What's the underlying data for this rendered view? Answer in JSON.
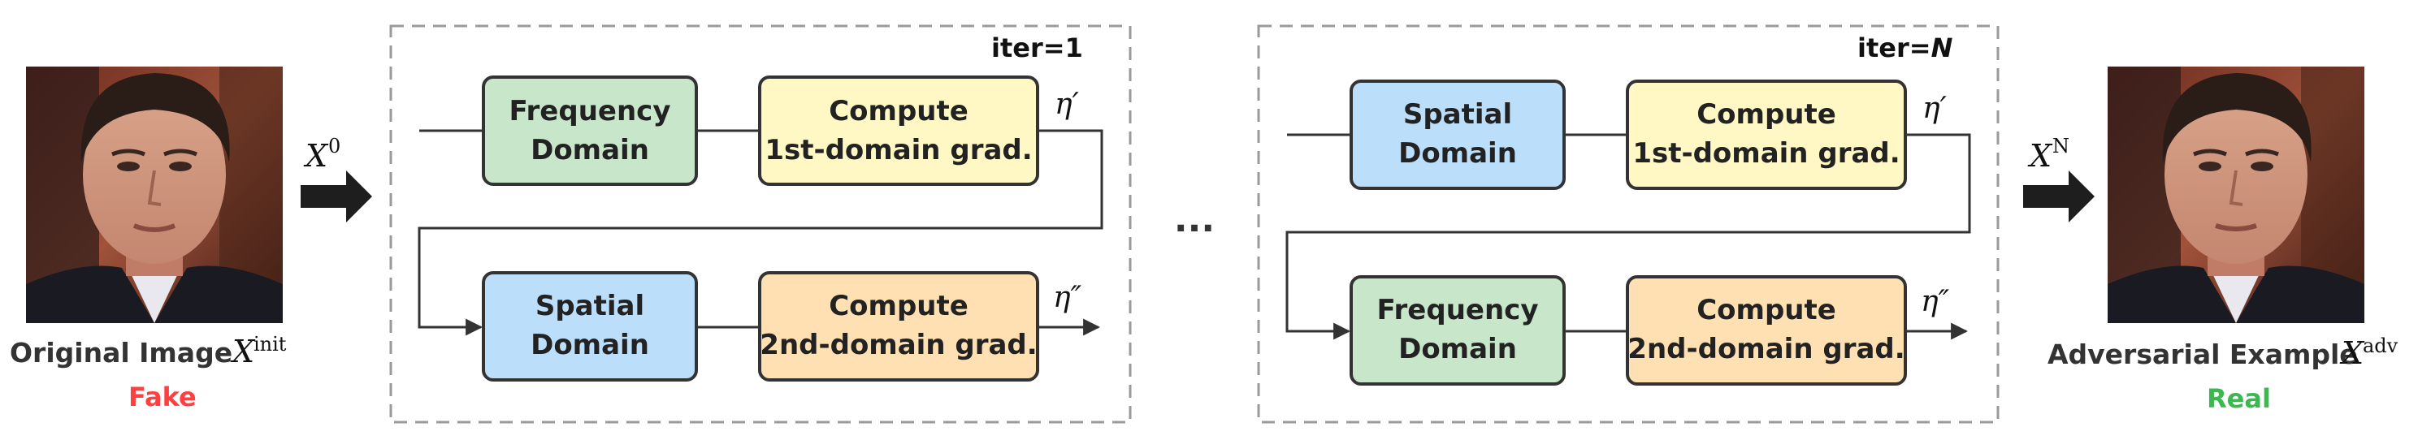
{
  "left_image": {
    "caption": "Original Image",
    "caption_math": "X",
    "caption_sup": "init",
    "label": "Fake",
    "label_color": "#ff4040"
  },
  "right_image": {
    "caption": "Adversarial Example",
    "caption_math": "X",
    "caption_sup": "adv",
    "label": "Real",
    "label_color": "#3cb850"
  },
  "input_arrow": {
    "math": "X",
    "sup": "0"
  },
  "output_arrow": {
    "math": "X",
    "sup": "N"
  },
  "ellipsis": "...",
  "panel_first": {
    "iter_text": "iter=",
    "iter_value": "1",
    "top_domain": {
      "line1": "Frequency",
      "line2": "Domain",
      "color": "#c8e6c9"
    },
    "top_grad": {
      "line1": "Compute",
      "line2": "1st-domain grad.",
      "color": "#fff8c4"
    },
    "bottom_domain": {
      "line1": "Spatial",
      "line2": "Domain",
      "color": "#bbdefb"
    },
    "bottom_grad": {
      "line1": "Compute",
      "line2": "2nd-domain grad.",
      "color": "#ffe0b2"
    },
    "eta_top": "η′",
    "eta_bottom": "η″"
  },
  "panel_last": {
    "iter_text": "iter=",
    "iter_value": "N",
    "top_domain": {
      "line1": "Spatial",
      "line2": "Domain",
      "color": "#bbdefb"
    },
    "top_grad": {
      "line1": "Compute",
      "line2": "1st-domain grad.",
      "color": "#fff8c4"
    },
    "bottom_domain": {
      "line1": "Frequency",
      "line2": "Domain",
      "color": "#c8e6c9"
    },
    "bottom_grad": {
      "line1": "Compute",
      "line2": "2nd-domain grad.",
      "color": "#ffe0b2"
    },
    "eta_top": "η′",
    "eta_bottom": "η″"
  }
}
